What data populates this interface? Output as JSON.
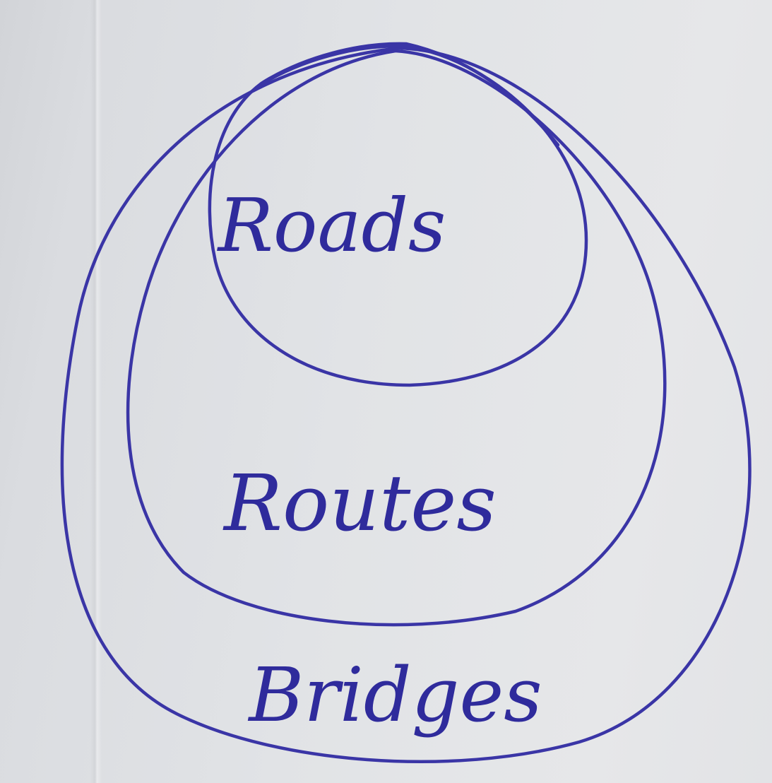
{
  "diagram": {
    "ink_color": "#3a35a6",
    "paper_color": "#e3e4e7",
    "regions": [
      {
        "label": "Roads"
      },
      {
        "label": "Routes"
      },
      {
        "label": "Bridges"
      }
    ]
  }
}
